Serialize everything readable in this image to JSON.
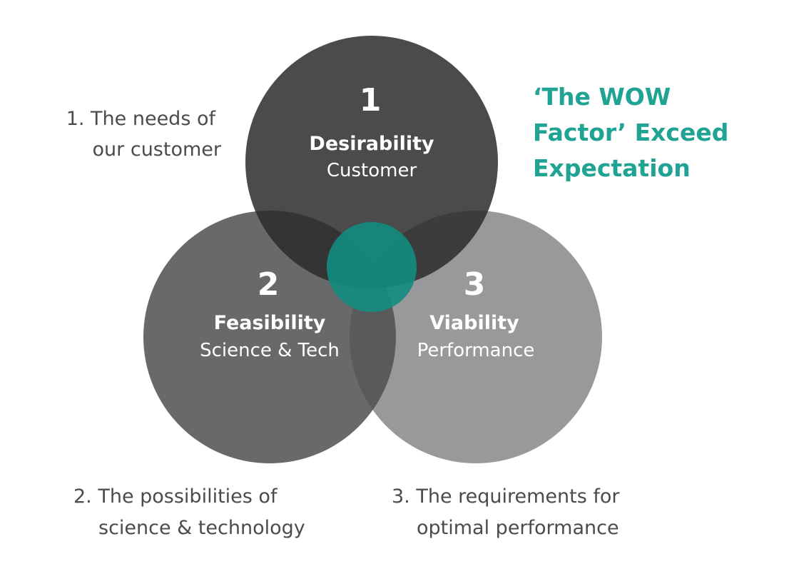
{
  "colors": {
    "circle_1": "#2b2b2b",
    "circle_2": "#4e4f51",
    "circle_3": "#86878a",
    "center": "#138c80",
    "note_text": "#4b4b4b",
    "callout_text": "#1fa393"
  },
  "circles": [
    {
      "number": "1",
      "title": "Desirability",
      "subtitle": "Customer"
    },
    {
      "number": "2",
      "title": "Feasibility",
      "subtitle": "Science & Tech"
    },
    {
      "number": "3",
      "title": "Viability",
      "subtitle": "Performance"
    }
  ],
  "notes": {
    "note_1": {
      "line1": "1. The needs of",
      "line2": "our customer"
    },
    "note_2": {
      "line1": "2. The possibilities of",
      "line2": "science & technology"
    },
    "note_3": {
      "line1": "3. The requirements for",
      "line2": "optimal performance"
    }
  },
  "callout": {
    "line1": "‘The WOW",
    "line2": "Factor’ Exceed",
    "line3": "Expectation"
  }
}
